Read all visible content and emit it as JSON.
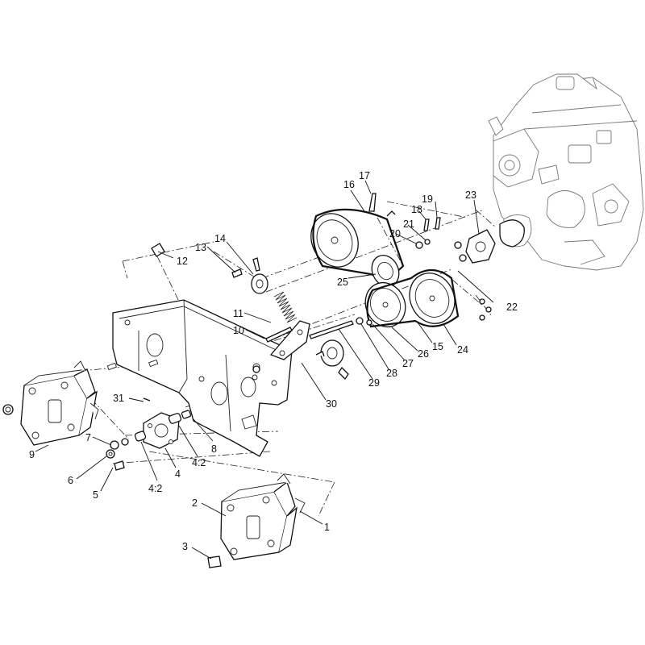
{
  "callouts": [
    {
      "id": "c1",
      "text": "1"
    },
    {
      "id": "c2",
      "text": "2"
    },
    {
      "id": "c3",
      "text": "3"
    },
    {
      "id": "c4",
      "text": "4"
    },
    {
      "id": "c4a",
      "text": "4:2"
    },
    {
      "id": "c4b",
      "text": "4:2"
    },
    {
      "id": "c5",
      "text": "5"
    },
    {
      "id": "c6",
      "text": "6"
    },
    {
      "id": "c7",
      "text": "7"
    },
    {
      "id": "c8",
      "text": "8"
    },
    {
      "id": "c9",
      "text": "9"
    },
    {
      "id": "c10",
      "text": "10"
    },
    {
      "id": "c11",
      "text": "11"
    },
    {
      "id": "c12",
      "text": "12"
    },
    {
      "id": "c13",
      "text": "13"
    },
    {
      "id": "c14",
      "text": "14"
    },
    {
      "id": "c15",
      "text": "15"
    },
    {
      "id": "c16",
      "text": "16"
    },
    {
      "id": "c17",
      "text": "17"
    },
    {
      "id": "c18",
      "text": "18"
    },
    {
      "id": "c19",
      "text": "19"
    },
    {
      "id": "c20",
      "text": "20"
    },
    {
      "id": "c21",
      "text": "21"
    },
    {
      "id": "c22",
      "text": "22"
    },
    {
      "id": "c23",
      "text": "23"
    },
    {
      "id": "c24",
      "text": "24"
    },
    {
      "id": "c25",
      "text": "25"
    },
    {
      "id": "c26",
      "text": "26"
    },
    {
      "id": "c27",
      "text": "27"
    },
    {
      "id": "c28",
      "text": "28"
    },
    {
      "id": "c29",
      "text": "29"
    },
    {
      "id": "c30",
      "text": "30"
    },
    {
      "id": "c31",
      "text": "31"
    }
  ],
  "colors": {
    "line": "#111111",
    "engine_outline": "#777777",
    "background": "#ffffff"
  }
}
